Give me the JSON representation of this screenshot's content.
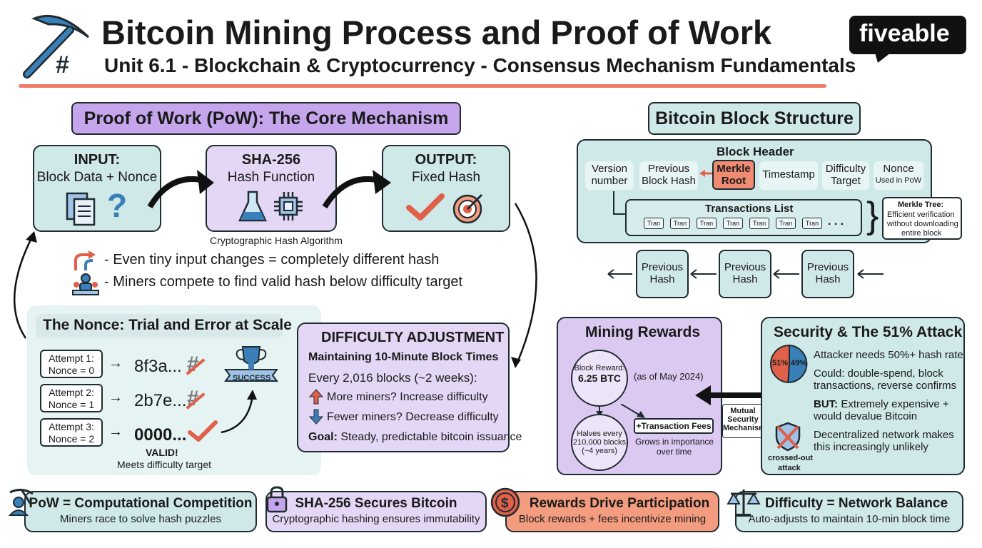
{
  "header": {
    "title": "Bitcoin Mining Process and Proof of Work",
    "subtitle": "Unit 6.1 - Blockchain & Cryptocurrency - Consensus Mechanism Fundamentals",
    "logo": "fiveable"
  },
  "pow": {
    "title": "Proof of Work (PoW): The Core Mechanism",
    "input_title": "INPUT:",
    "input_text": "Block Data + Nonce",
    "hash_title": "SHA-256",
    "hash_text": "Hash Function",
    "hash_caption": "Cryptographic Hash Algorithm",
    "output_title": "OUTPUT:",
    "output_text": "Fixed Hash",
    "note1": "- Even tiny input changes = completely different hash",
    "note2": "- Miners compete to find valid hash below difficulty target"
  },
  "nonce": {
    "title": "The Nonce: Trial and Error at Scale",
    "attempts": [
      {
        "label1": "Attempt 1:",
        "label2": "Nonce = 0",
        "hash": "8f3a..."
      },
      {
        "label1": "Attempt 2:",
        "label2": "Nonce = 1",
        "hash": "2b7e..."
      },
      {
        "label1": "Attempt 3:",
        "label2": "Nonce = 2",
        "hash": "0000..."
      }
    ],
    "success": "SUCCESS",
    "valid": "VALID!",
    "valid_sub": "Meets difficulty target"
  },
  "difficulty": {
    "title": "DIFFICULTY ADJUSTMENT",
    "subtitle": "Maintaining 10-Minute Block Times",
    "every": "Every 2,016 blocks (~2 weeks):",
    "up": "More miners? Increase difficulty",
    "down": "Fewer miners? Decrease difficulty",
    "goal_label": "Goal:",
    "goal_text": "Steady, predictable bitcoin issuance"
  },
  "block": {
    "title": "Bitcoin Block Structure",
    "header_label": "Block Header",
    "fields": [
      {
        "l1": "Version",
        "l2": "number"
      },
      {
        "l1": "Previous",
        "l2": "Block Hash"
      },
      {
        "l1": "Merkle",
        "l2": "Root"
      },
      {
        "l1": "Timestamp",
        "l2": ""
      },
      {
        "l1": "Difficulty",
        "l2": "Target"
      },
      {
        "l1": "Nonce",
        "l2": "Used in PoW"
      }
    ],
    "tx_title": "Transactions List",
    "tx_label": "Tran",
    "tx_more": ". . .",
    "merkle_title": "Merkle Tree:",
    "merkle_text1": "Efficient verification",
    "merkle_text2": "without downloading",
    "merkle_text3": "entire block",
    "prev1": "Previous",
    "prev2": "Hash"
  },
  "rewards": {
    "title": "Mining Rewards",
    "reward_label": "Block Reward:",
    "reward_value": "6.25 BTC",
    "as_of": "(as of May 2024)",
    "halves1": "Halves every",
    "halves2": "210,000 blocks",
    "halves3": "(~4 years)",
    "fees": "+Transaction Fees",
    "fees_sub1": "Grows in importance",
    "fees_sub2": "over time"
  },
  "mutual": {
    "l1": "Mutual",
    "l2": "Security",
    "l3": "Mechanism"
  },
  "security": {
    "title": "Security & The 51% Attack",
    "pie_a": "51%",
    "pie_b": "49%",
    "p1": "Attacker needs 50%+ hash rate",
    "p2a": "Could: double-spend, block",
    "p2b": "transactions, reverse confirms",
    "p3_label": "BUT:",
    "p3a": " Extremely expensive +",
    "p3b": "would devalue Bitcoin",
    "p4a": "Decentralized network makes",
    "p4b": "this increasingly unlikely",
    "icon_label1": "crossed-out",
    "icon_label2": "attack"
  },
  "bottom": [
    {
      "title": "PoW = Computational Competition",
      "sub": "Miners race to solve hash puzzles",
      "color": "#cfe8e8"
    },
    {
      "title": "SHA-256 Secures Bitcoin",
      "sub": "Cryptographic hashing ensures immutability",
      "color": "#e3d7f5"
    },
    {
      "title": "Rewards Drive Participation",
      "sub": "Block rewards + fees incentivize mining",
      "color": "#f49c7f"
    },
    {
      "title": "Difficulty = Network Balance",
      "sub": "Auto-adjusts to maintain 10-min block time",
      "color": "#cfe8e8"
    }
  ],
  "colors": {
    "teal": "#cfe8e8",
    "lavender": "#e3d7f5",
    "purple": "#c5a6ec",
    "salmon": "#f49c7f",
    "red": "#e0604a",
    "blue": "#3b7fb8"
  }
}
